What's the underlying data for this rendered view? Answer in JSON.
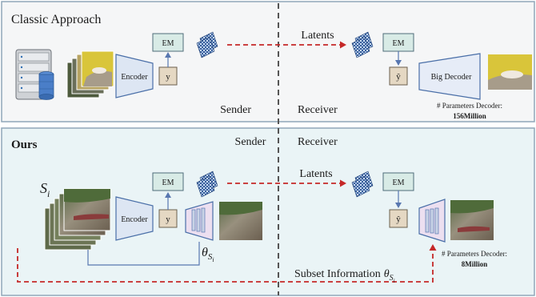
{
  "top": {
    "title": "Classic Approach",
    "em": "EM",
    "encoder": "Encoder",
    "y": "y",
    "latents": "Latents",
    "em_r": "EM",
    "yhat": "ŷ",
    "big_decoder": "Big Decoder",
    "sender": "Sender",
    "receiver": "Receiver",
    "params_label": "# Parameters Decoder:",
    "params_value": "156Million"
  },
  "bottom": {
    "title": "Ours",
    "set": "S",
    "set_sub": "i",
    "em": "EM",
    "encoder": "Encoder",
    "y": "y",
    "latents": "Latents",
    "em_r": "EM",
    "yhat": "ŷ",
    "sender": "Sender",
    "receiver": "Receiver",
    "theta": "θ",
    "theta_sub": "S",
    "theta_subsub": "i",
    "subset_info": "Subset Information",
    "params_label": "# Parameters Decoder:",
    "params_value": "8Million"
  },
  "colors": {
    "top_bg": "#f5f6f7",
    "bottom_bg": "#eaf4f6",
    "panel_border": "#8fa6b8",
    "em_fill": "#d8ebe6",
    "y_fill": "#e5d8c3",
    "encoder_fill": "#dde6f3",
    "decoder_fill": "#e6ecf7",
    "small_dec_fill": "#ecdff0",
    "arrow_red": "#c52828",
    "arrow_blue": "#5877b0",
    "divider": "#555555"
  }
}
